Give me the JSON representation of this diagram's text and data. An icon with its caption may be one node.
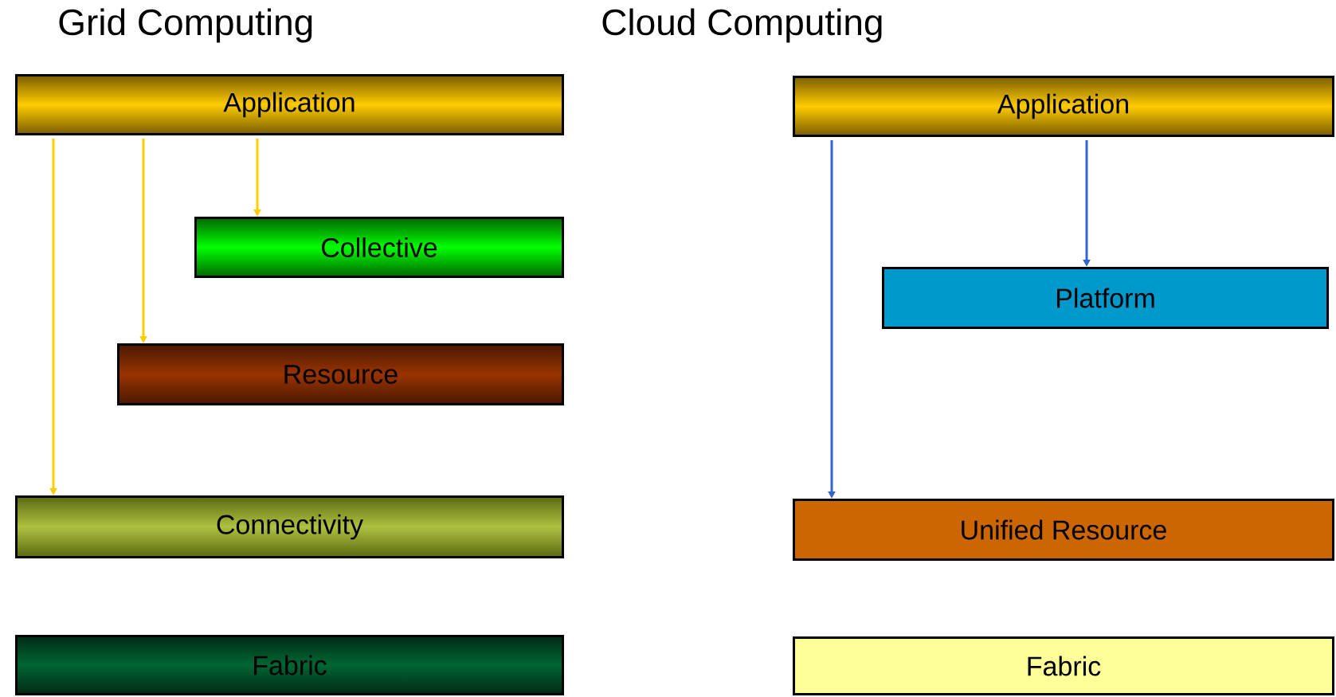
{
  "diagram": {
    "nodes": [
      {
        "text": [
          "Application"
        ]
      },
      {
        "text": [
          "Collective"
        ]
      },
      {
        "text": [
          "Resource"
        ]
      },
      {
        "text": [
          "Connectivity"
        ]
      },
      {
        "text": [
          "Fabric"
        ]
      },
      {
        "text": [
          "Application"
        ]
      },
      {
        "text": [
          "Platform"
        ]
      },
      {
        "text": [
          "Unified Resource"
        ]
      },
      {
        "text": [
          "Fabric"
        ]
      }
    ],
    "edges": [
      {
        "from": 0,
        "to": 3,
        "arrow": "to",
        "color": "#ffcc00"
      },
      {
        "from": 0,
        "to": 2,
        "arrow": "to",
        "color": "#ffcc00"
      },
      {
        "from": 0,
        "to": 1,
        "arrow": "to",
        "color": "#ffcc00"
      },
      {
        "from": 5,
        "to": 7,
        "arrow": "to",
        "color": "#3366cc"
      },
      {
        "from": 5,
        "to": 6,
        "arrow": "to",
        "color": "#3366cc"
      }
    ],
    "labels": [
      "Grid Computing",
      "Cloud Computing"
    ]
  }
}
